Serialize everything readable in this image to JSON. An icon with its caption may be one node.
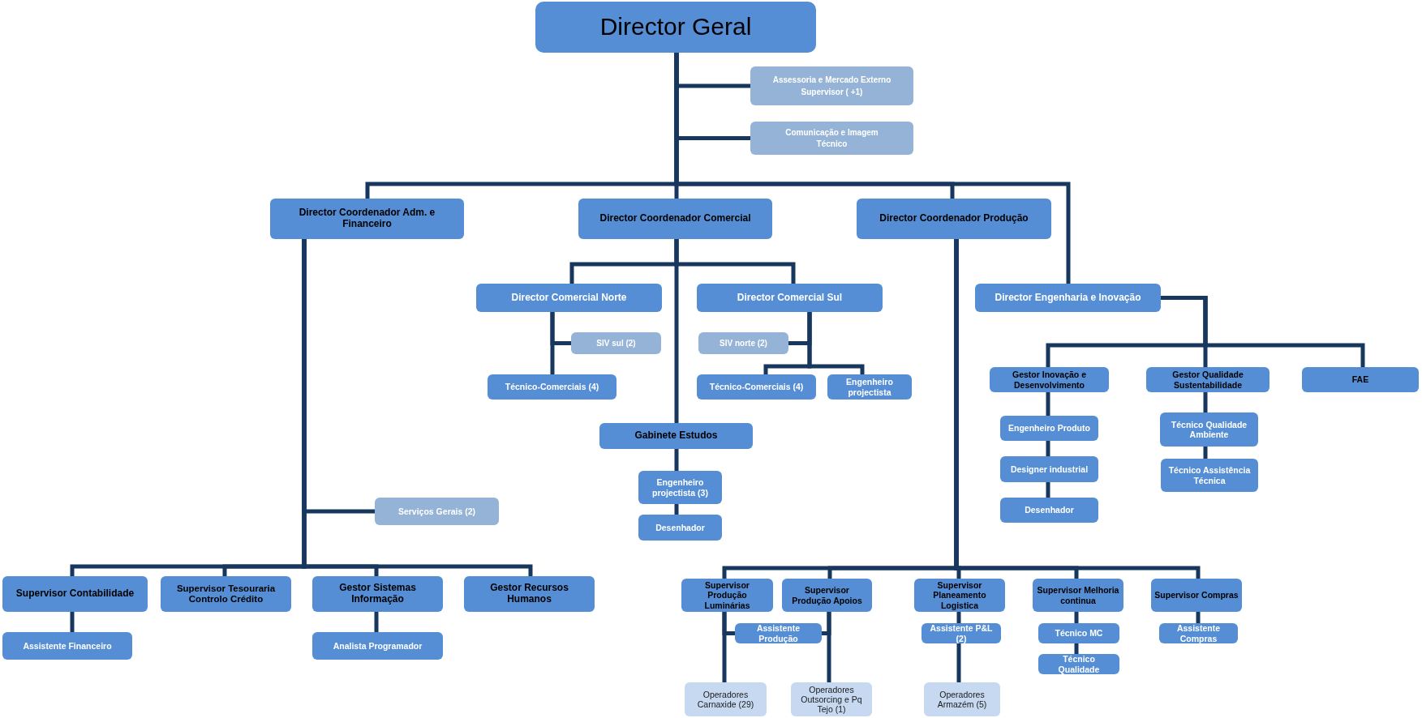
{
  "diagram": {
    "nodes": [
      {
        "text": [
          "Director Geral"
        ]
      },
      {
        "text": [
          "Assessoria e Mercado Externo",
          "Supervisor ( +1)"
        ]
      },
      {
        "text": [
          "Comunicação e Imagem",
          "Técnico"
        ]
      },
      {
        "text": [
          "Director Coordenador Adm. e Financeiro"
        ]
      },
      {
        "text": [
          "Director Coordenador Comercial"
        ]
      },
      {
        "text": [
          "Director Coordenador Produção"
        ]
      },
      {
        "text": [
          "Director Comercial Norte"
        ]
      },
      {
        "text": [
          "Director Comercial Sul"
        ]
      },
      {
        "text": [
          "SIV sul (2)"
        ]
      },
      {
        "text": [
          "Técnico-Comerciais (4)"
        ]
      },
      {
        "text": [
          "SIV norte (2)"
        ]
      },
      {
        "text": [
          "Técnico-Comerciais (4)"
        ]
      },
      {
        "text": [
          "Engenheiro projectista"
        ]
      },
      {
        "text": [
          "Gabinete Estudos"
        ]
      },
      {
        "text": [
          "Engenheiro projectista (3)"
        ]
      },
      {
        "text": [
          "Desenhador"
        ]
      },
      {
        "text": [
          "Director Engenharia e Inovação"
        ]
      },
      {
        "text": [
          "Gestor Inovação e Desenvolvimento"
        ]
      },
      {
        "text": [
          "Gestor  Qualidade Sustentabilidade"
        ]
      },
      {
        "text": [
          "FAE"
        ]
      },
      {
        "text": [
          "Engenheiro Produto"
        ]
      },
      {
        "text": [
          "Designer industrial"
        ]
      },
      {
        "text": [
          "Desenhador"
        ]
      },
      {
        "text": [
          "Técnico Qualidade Ambiente"
        ]
      },
      {
        "text": [
          "Técnico Assistência Técnica"
        ]
      },
      {
        "text": [
          "Serviços Gerais (2)"
        ]
      },
      {
        "text": [
          "Supervisor Contabilidade"
        ]
      },
      {
        "text": [
          "Supervisor Tesouraria Controlo Crédito"
        ]
      },
      {
        "text": [
          "Gestor Sistemas Informação"
        ]
      },
      {
        "text": [
          "Gestor Recursos Humanos"
        ]
      },
      {
        "text": [
          "Assistente Financeiro"
        ]
      },
      {
        "text": [
          "Analista Programador"
        ]
      },
      {
        "text": [
          "Supervisor Produção Luminárias"
        ]
      },
      {
        "text": [
          "Supervisor Produção Apoios"
        ]
      },
      {
        "text": [
          "Supervisor Planeamento Logistica"
        ]
      },
      {
        "text": [
          "Supervisor Melhoria continua"
        ]
      },
      {
        "text": [
          "Supervisor Compras"
        ]
      },
      {
        "text": [
          "Assistente Produção"
        ]
      },
      {
        "text": [
          "Assistente P&L (2)"
        ]
      },
      {
        "text": [
          "Técnico MC"
        ]
      },
      {
        "text": [
          "Técnico Qualidade"
        ]
      },
      {
        "text": [
          "Assistente Compras"
        ]
      },
      {
        "text": [
          "Operadores Carnaxide (29)"
        ]
      },
      {
        "text": [
          "Operadores Outsorcing e Pq Tejo (1)"
        ]
      },
      {
        "text": [
          "Operadores Armazém (5)"
        ]
      }
    ],
    "edges": [
      {
        "from": 0,
        "to": 1,
        "arrow": "none"
      },
      {
        "from": 0,
        "to": 2,
        "arrow": "none"
      },
      {
        "from": 0,
        "to": 3,
        "arrow": "none"
      },
      {
        "from": 0,
        "to": 4,
        "arrow": "none"
      },
      {
        "from": 0,
        "to": 5,
        "arrow": "none"
      },
      {
        "from": 0,
        "to": 16,
        "arrow": "none"
      },
      {
        "from": 4,
        "to": 6,
        "arrow": "none"
      },
      {
        "from": 4,
        "to": 7,
        "arrow": "none"
      },
      {
        "from": 4,
        "to": 13,
        "arrow": "none"
      },
      {
        "from": 6,
        "to": 8,
        "arrow": "none"
      },
      {
        "from": 6,
        "to": 9,
        "arrow": "none"
      },
      {
        "from": 7,
        "to": 10,
        "arrow": "none"
      },
      {
        "from": 7,
        "to": 11,
        "arrow": "none"
      },
      {
        "from": 7,
        "to": 12,
        "arrow": "none"
      },
      {
        "from": 13,
        "to": 14,
        "arrow": "none"
      },
      {
        "from": 14,
        "to": 15,
        "arrow": "none"
      },
      {
        "from": 3,
        "to": 25,
        "arrow": "none"
      },
      {
        "from": 3,
        "to": 26,
        "arrow": "none"
      },
      {
        "from": 3,
        "to": 27,
        "arrow": "none"
      },
      {
        "from": 3,
        "to": 28,
        "arrow": "none"
      },
      {
        "from": 3,
        "to": 29,
        "arrow": "none"
      },
      {
        "from": 26,
        "to": 30,
        "arrow": "none"
      },
      {
        "from": 28,
        "to": 31,
        "arrow": "none"
      },
      {
        "from": 5,
        "to": 32,
        "arrow": "none"
      },
      {
        "from": 5,
        "to": 33,
        "arrow": "none"
      },
      {
        "from": 5,
        "to": 34,
        "arrow": "none"
      },
      {
        "from": 5,
        "to": 35,
        "arrow": "none"
      },
      {
        "from": 5,
        "to": 36,
        "arrow": "none"
      },
      {
        "from": 32,
        "to": 37,
        "arrow": "none"
      },
      {
        "from": 33,
        "to": 37,
        "arrow": "none"
      },
      {
        "from": 32,
        "to": 42,
        "arrow": "none"
      },
      {
        "from": 33,
        "to": 43,
        "arrow": "none"
      },
      {
        "from": 34,
        "to": 38,
        "arrow": "none"
      },
      {
        "from": 38,
        "to": 44,
        "arrow": "none"
      },
      {
        "from": 35,
        "to": 39,
        "arrow": "none"
      },
      {
        "from": 39,
        "to": 40,
        "arrow": "none"
      },
      {
        "from": 36,
        "to": 41,
        "arrow": "none"
      },
      {
        "from": 16,
        "to": 17,
        "arrow": "none"
      },
      {
        "from": 16,
        "to": 18,
        "arrow": "none"
      },
      {
        "from": 16,
        "to": 19,
        "arrow": "none"
      },
      {
        "from": 17,
        "to": 20,
        "arrow": "none"
      },
      {
        "from": 20,
        "to": 21,
        "arrow": "none"
      },
      {
        "from": 21,
        "to": 22,
        "arrow": "none"
      },
      {
        "from": 18,
        "to": 23,
        "arrow": "none"
      },
      {
        "from": 23,
        "to": 24,
        "arrow": "none"
      }
    ]
  }
}
